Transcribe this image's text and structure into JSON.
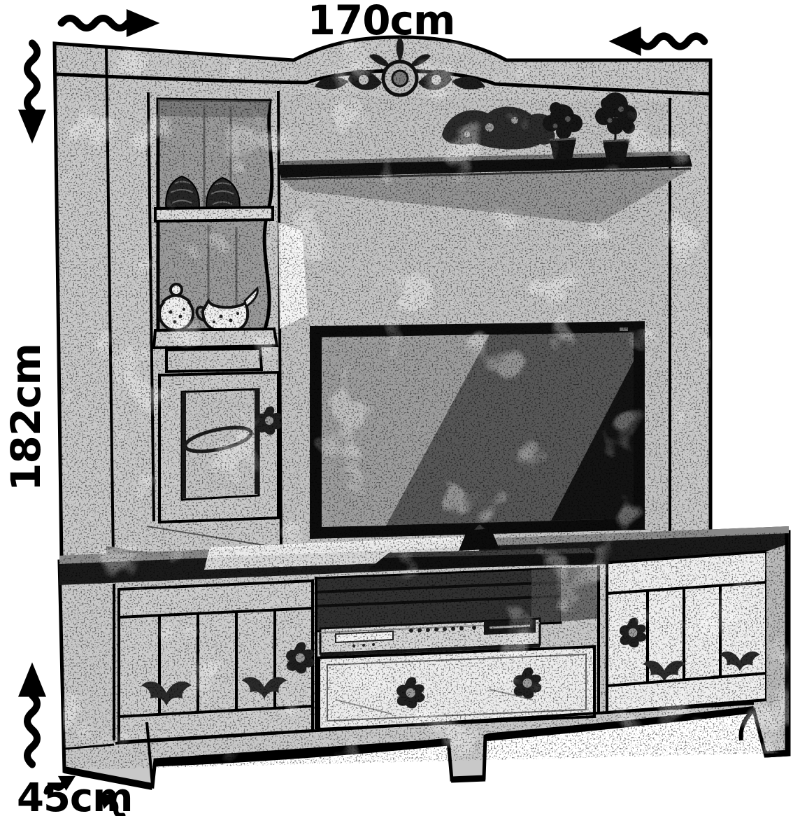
{
  "figure": {
    "subject": "TV entertainment wall unit - catalog dimension sketch",
    "dimensions": {
      "width": "170cm",
      "height": "182cm",
      "depth": "45cm"
    },
    "annotations": {
      "width_arrows": [
        "wavy-arrow-right-icon",
        "wavy-arrow-left-icon"
      ],
      "height_arrows": [
        "wavy-arrow-down-icon",
        "wavy-arrow-up-icon"
      ],
      "depth_arrows": [
        "small-zigzag-arrow-up-right-icon",
        "small-zigzag-arrow-up-left-icon"
      ]
    },
    "palette": {
      "ink": "#000000",
      "paper": "#ffffff",
      "wood_light": "#c8c8c8",
      "wood_mid": "#9a9a9a",
      "wood_dark": "#1a1a1a",
      "screen_gray": "#575757"
    }
  }
}
